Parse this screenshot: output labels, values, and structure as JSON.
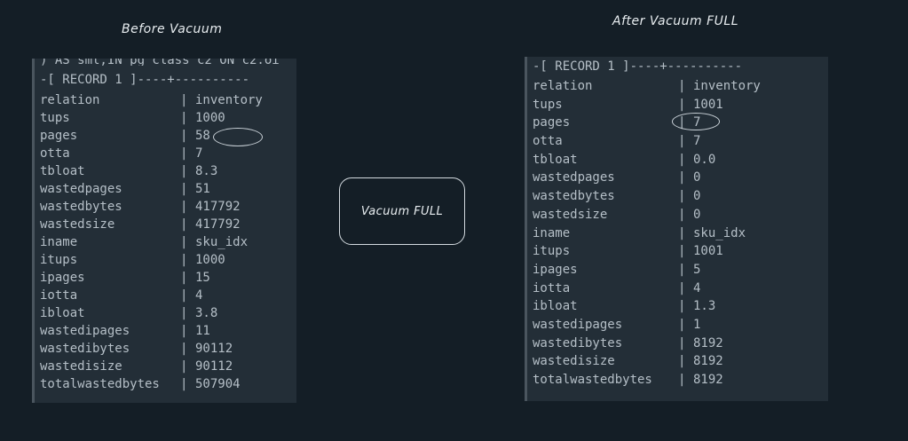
{
  "before": {
    "caption": "Before Vacuum",
    "clipped_line": ") AS sml,IN pg_class c2 ON c2.oi",
    "record_header": "-[ RECORD 1 ]----+----------",
    "rows": [
      {
        "key": "relation",
        "value": "inventory"
      },
      {
        "key": "tups",
        "value": "1000"
      },
      {
        "key": "pages",
        "value": "58"
      },
      {
        "key": "otta",
        "value": "7"
      },
      {
        "key": "tbloat",
        "value": "8.3"
      },
      {
        "key": "wastedpages",
        "value": "51"
      },
      {
        "key": "wastedbytes",
        "value": "417792"
      },
      {
        "key": "wastedsize",
        "value": "417792"
      },
      {
        "key": "iname",
        "value": "sku_idx"
      },
      {
        "key": "itups",
        "value": "1000"
      },
      {
        "key": "ipages",
        "value": "15"
      },
      {
        "key": "iotta",
        "value": "4"
      },
      {
        "key": "ibloat",
        "value": "3.8"
      },
      {
        "key": "wastedipages",
        "value": "11"
      },
      {
        "key": "wastedibytes",
        "value": "90112"
      },
      {
        "key": "wastedisize",
        "value": "90112"
      },
      {
        "key": "totalwastedbytes",
        "value": "507904"
      }
    ]
  },
  "middle": {
    "label": "Vacuum FULL"
  },
  "after": {
    "caption": "After Vacuum FULL",
    "record_header": "-[ RECORD 1 ]----+----------",
    "rows": [
      {
        "key": "relation",
        "value": "inventory"
      },
      {
        "key": "tups",
        "value": "1001"
      },
      {
        "key": "pages",
        "value": "7"
      },
      {
        "key": "otta",
        "value": "7"
      },
      {
        "key": "tbloat",
        "value": "0.0"
      },
      {
        "key": "wastedpages",
        "value": "0"
      },
      {
        "key": "wastedbytes",
        "value": "0"
      },
      {
        "key": "wastedsize",
        "value": "0"
      },
      {
        "key": "iname",
        "value": "sku_idx"
      },
      {
        "key": "itups",
        "value": "1001"
      },
      {
        "key": "ipages",
        "value": "5"
      },
      {
        "key": "iotta",
        "value": "4"
      },
      {
        "key": "ibloat",
        "value": "1.3"
      },
      {
        "key": "wastedipages",
        "value": "1"
      },
      {
        "key": "wastedibytes",
        "value": "8192"
      },
      {
        "key": "wastedisize",
        "value": "8192"
      },
      {
        "key": "totalwastedbytes",
        "value": "8192"
      }
    ]
  },
  "separator": "|"
}
